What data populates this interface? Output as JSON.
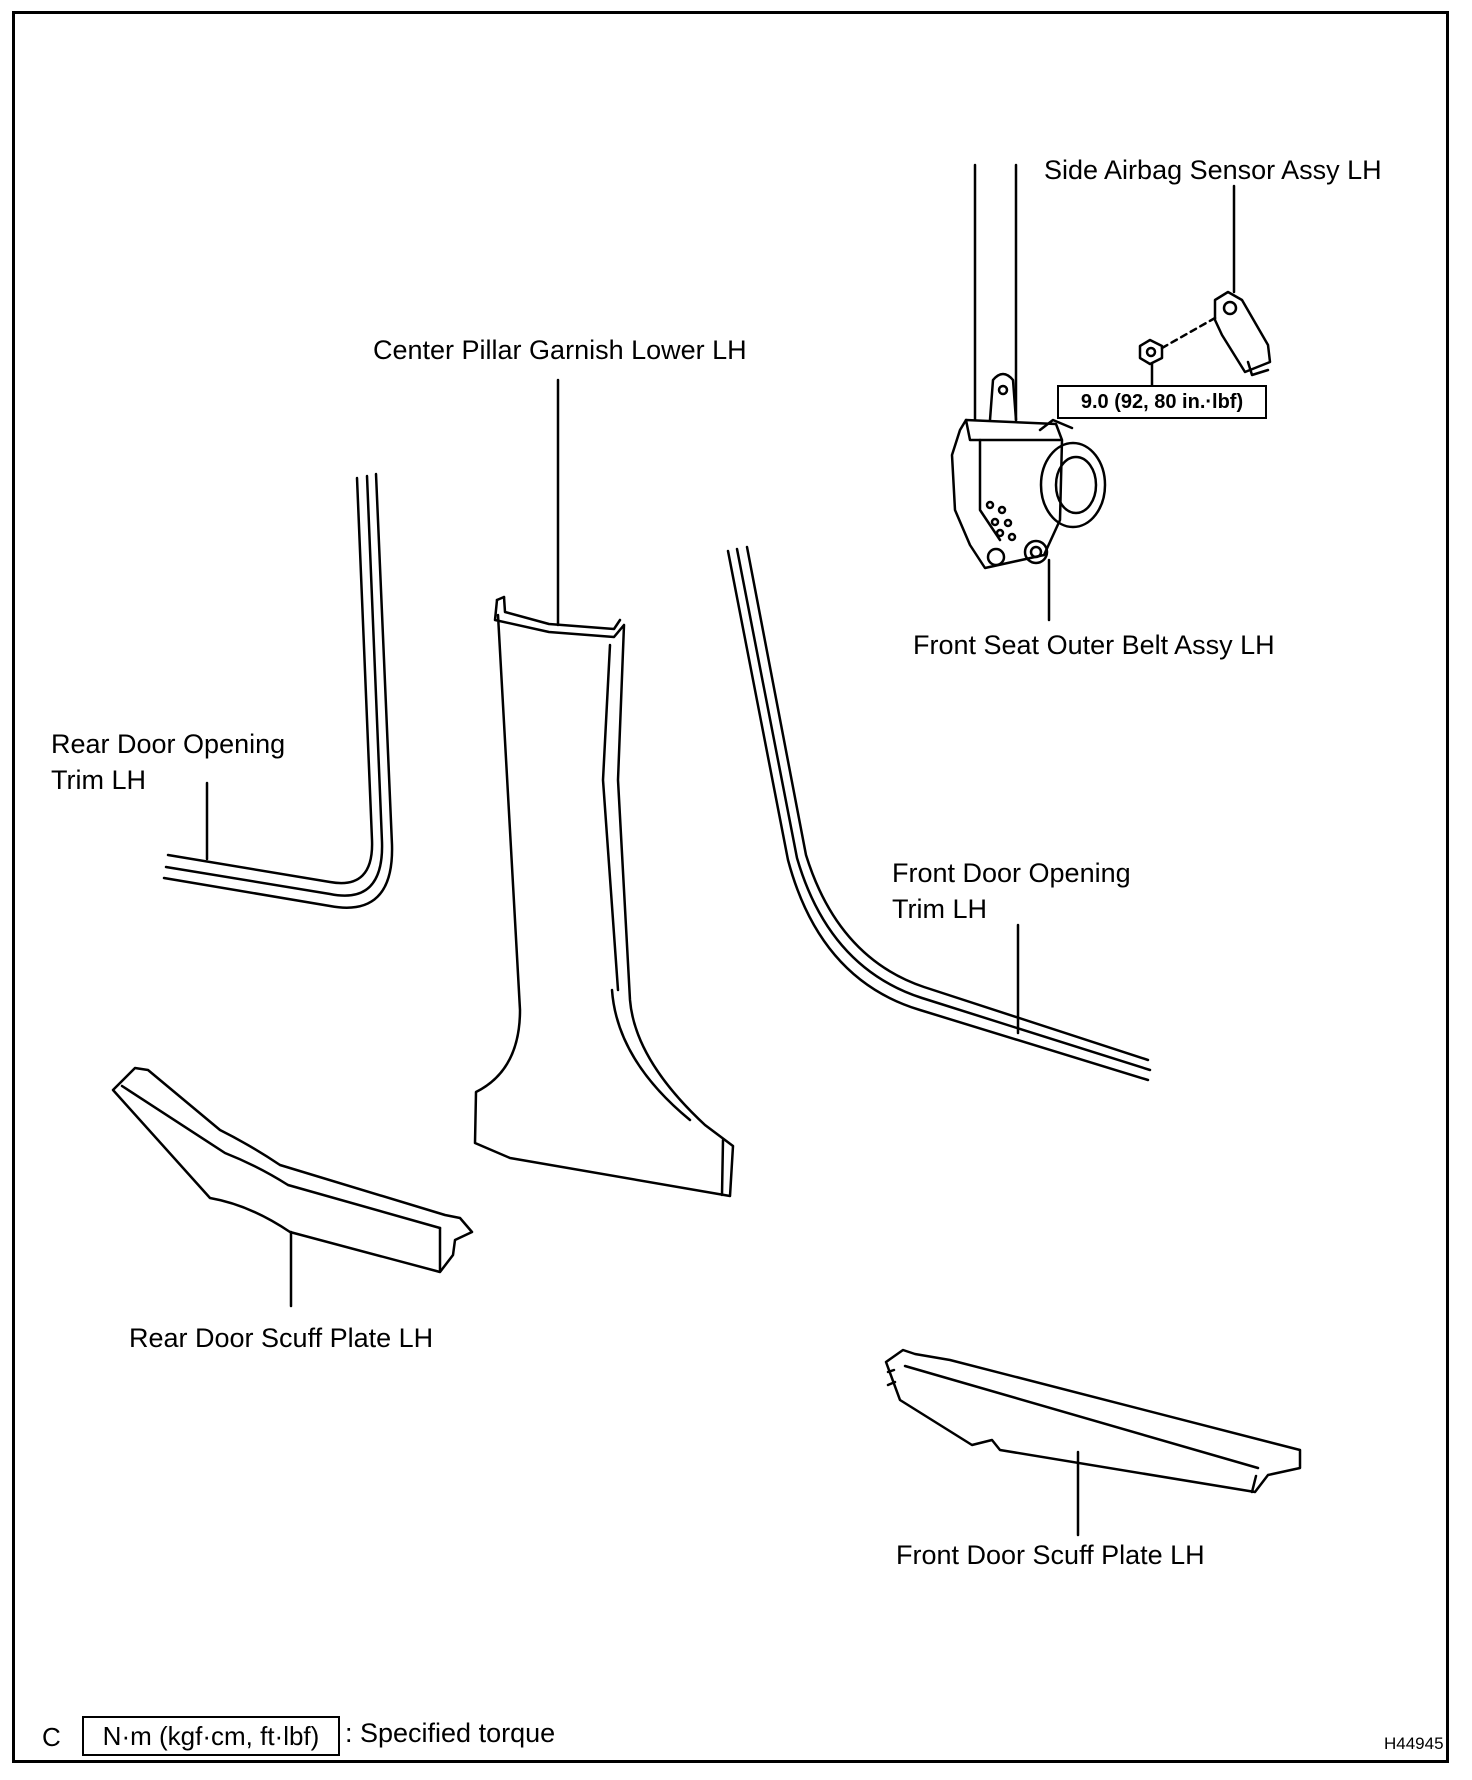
{
  "labels": {
    "side_airbag_sensor": "Side Airbag Sensor Assy LH",
    "center_pillar_garnish": "Center Pillar Garnish Lower LH",
    "front_seat_outer_belt": "Front Seat Outer Belt Assy LH",
    "rear_door_opening_trim_line1": "Rear Door Opening",
    "rear_door_opening_trim_line2": "Trim LH",
    "front_door_opening_trim_line1": "Front Door Opening",
    "front_door_opening_trim_line2": "Trim LH",
    "rear_door_scuff_plate": "Rear Door Scuff Plate LH",
    "front_door_scuff_plate": "Front Door Scuff Plate LH"
  },
  "torque_value": "9.0 (92, 80 in.·lbf)",
  "legend": {
    "units": "N·m (kgf·cm, ft·lbf)",
    "description": ": Specified torque"
  },
  "corner_letter": "C",
  "figure_id": "H44945"
}
